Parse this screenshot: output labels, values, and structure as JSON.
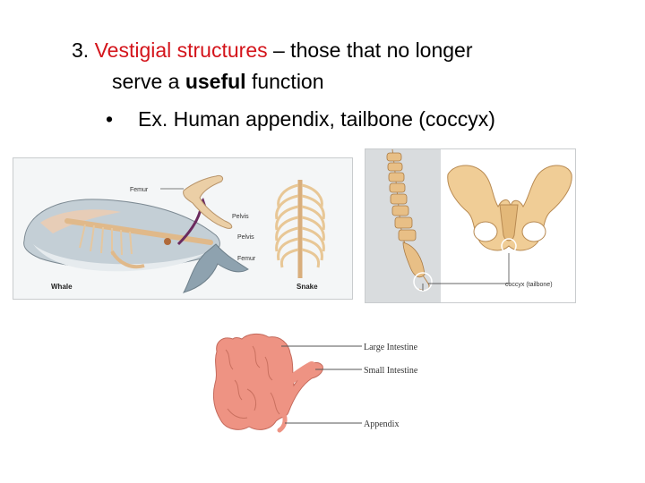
{
  "heading": {
    "number": "3.",
    "term": "Vestigial structures",
    "dash_text": "– those that no longer",
    "line2_start": "serve a",
    "line2_bold": "useful",
    "line2_end": "function",
    "bullet": "•",
    "example": "Ex. Human appendix, tailbone (coccyx)"
  },
  "whale_figure": {
    "labels": {
      "femur_top": "Femur",
      "pelvis_top": "Pelvis",
      "pelvis_mid": "Pelvis",
      "femur_low": "Femur",
      "whale": "Whale",
      "snake": "Snake"
    }
  },
  "human_figure": {
    "label": "coccyx (tailbone)"
  },
  "gut_figure": {
    "labels": {
      "large": "Large  Intestine",
      "small": "Small  Intestine",
      "appendix": "Appendix"
    }
  },
  "colors": {
    "accent": "#d4141b",
    "bone": "#e9c38f",
    "intestine": "#ee9383"
  }
}
